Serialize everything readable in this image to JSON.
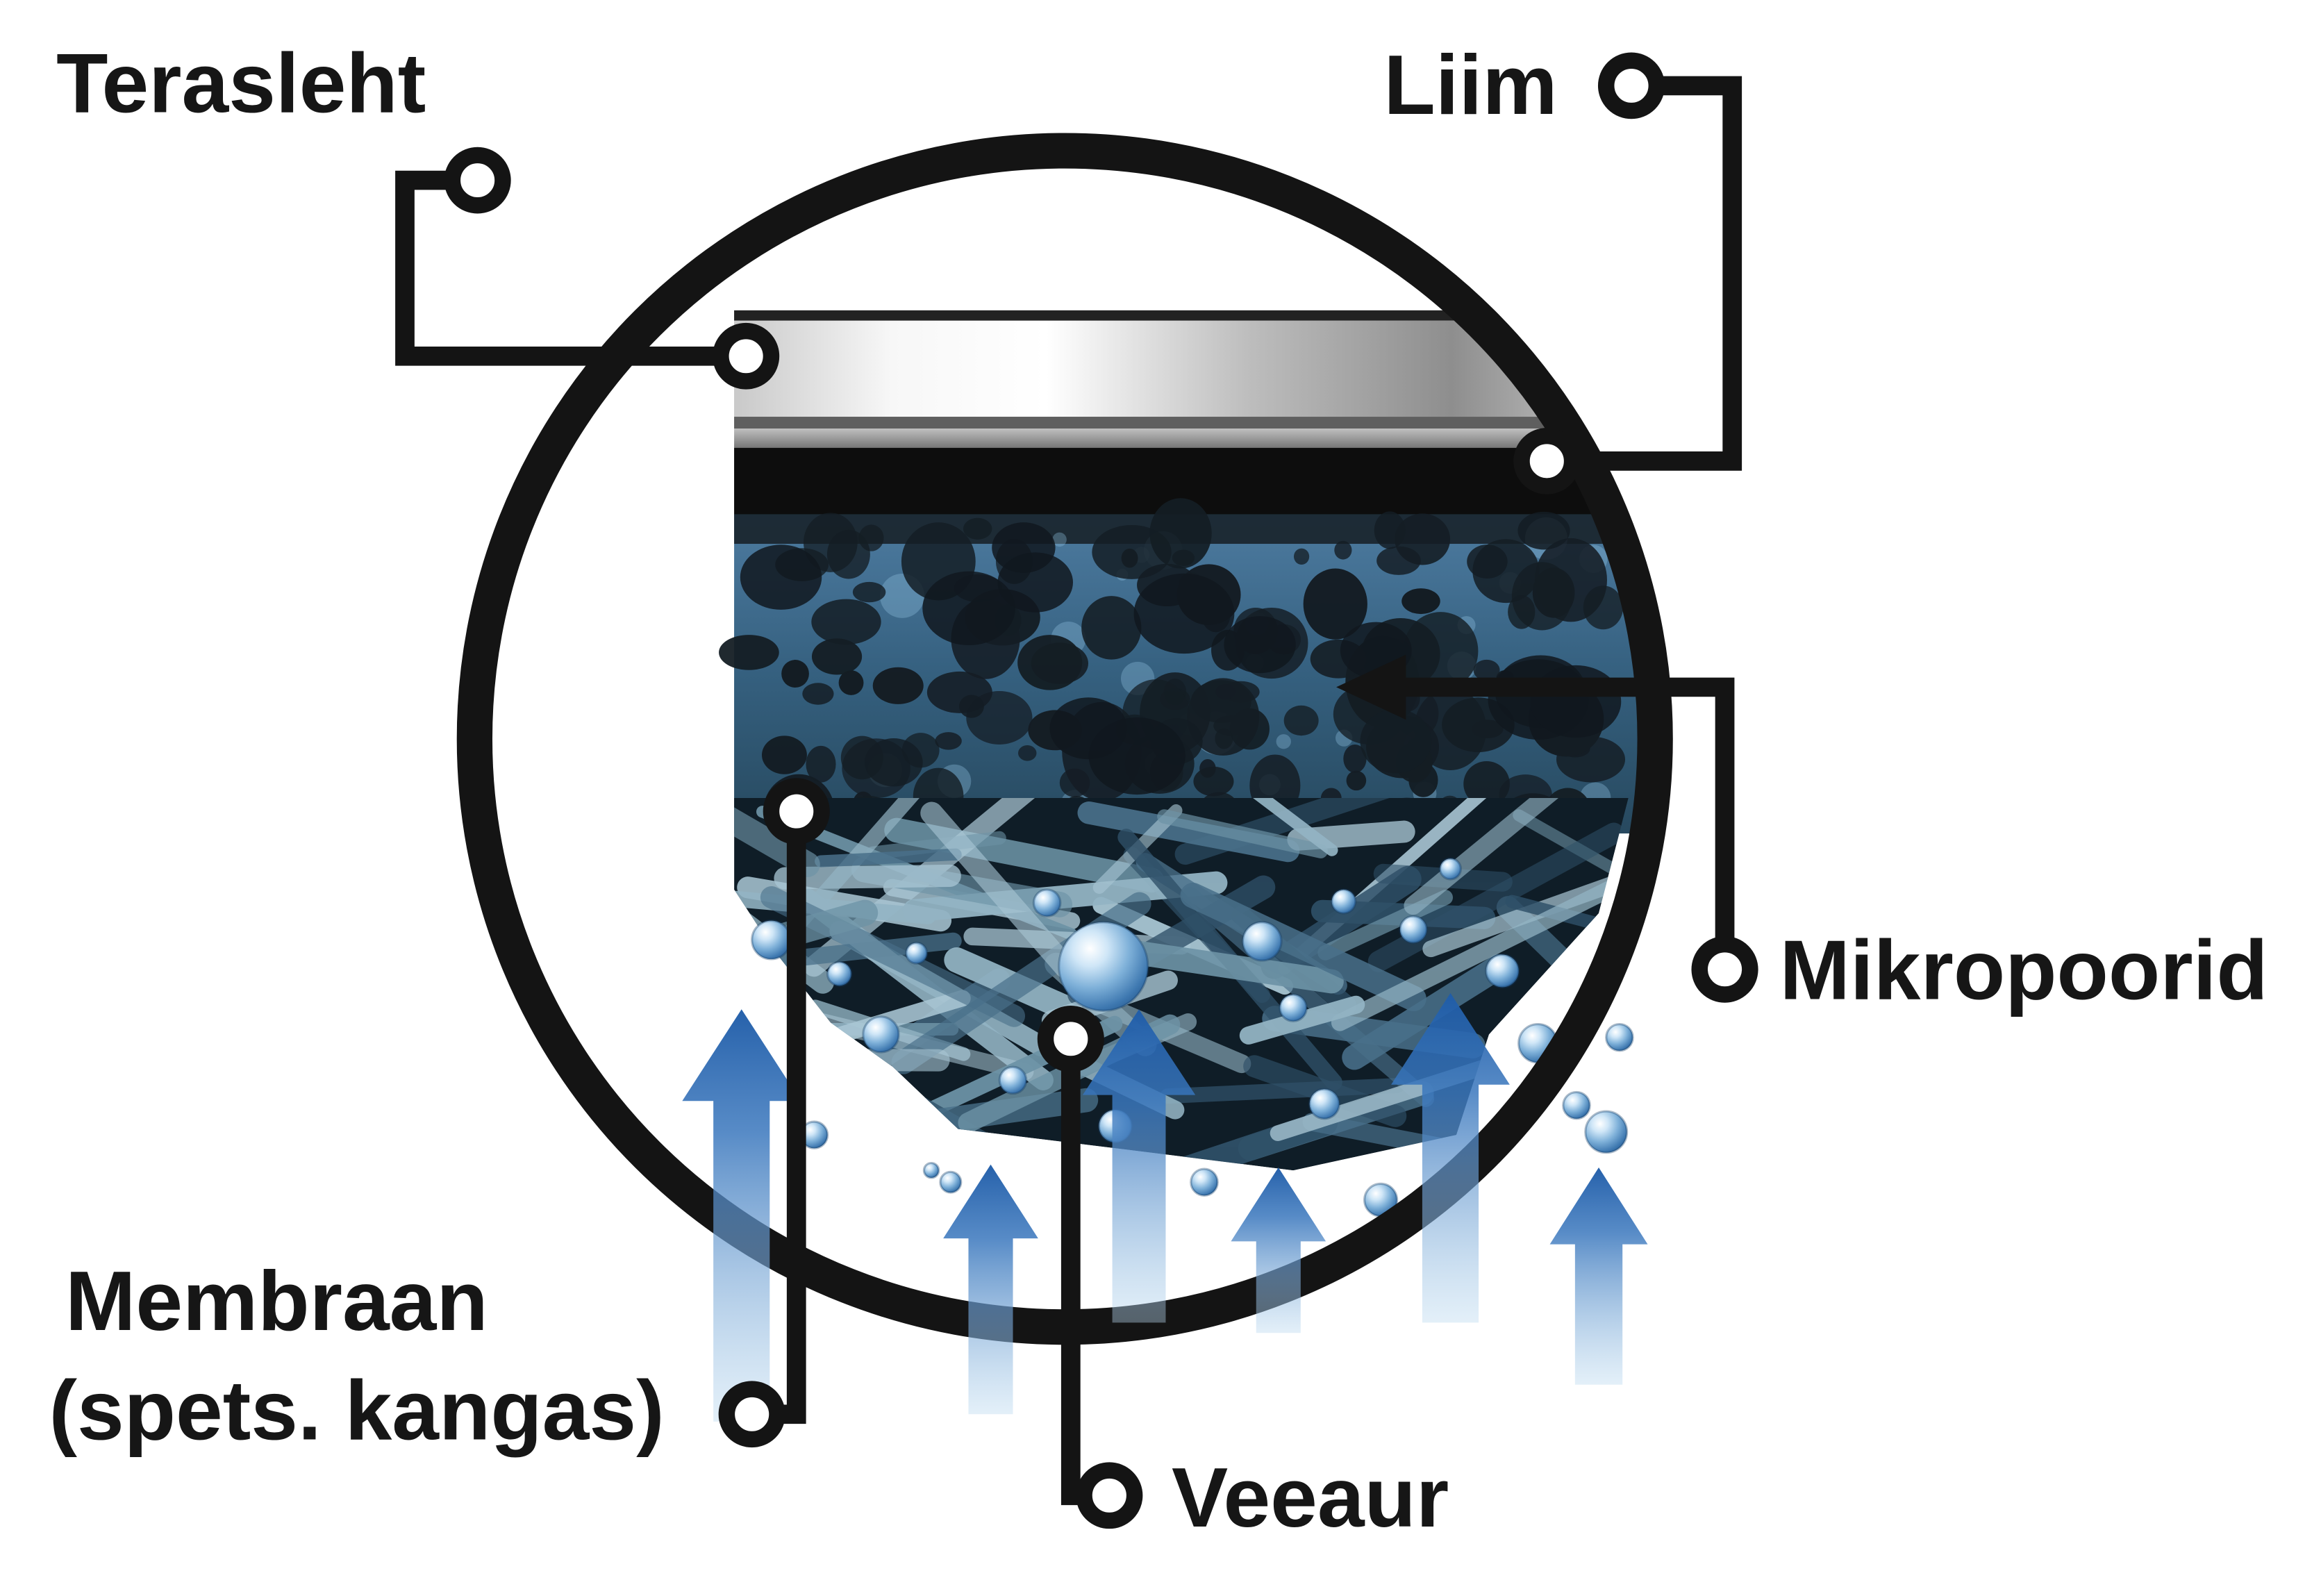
{
  "diagram": {
    "labels": {
      "steel_sheet": "Terasleht",
      "glue": "Liim",
      "micropores": "Mikropoorid",
      "membrane_line1": "Membraan",
      "membrane_line2": "(spets. kangas)",
      "water_vapor": "Veeaur"
    },
    "colors": {
      "background": "#ffffff",
      "outline_black": "#141414",
      "arrow_blue": "#2e6cb4",
      "membrane_blue": "#35607f",
      "pore_dark": "#141d24",
      "steel_light": "#f2f2f2",
      "droplet_blue": "#7fb1d9"
    }
  }
}
